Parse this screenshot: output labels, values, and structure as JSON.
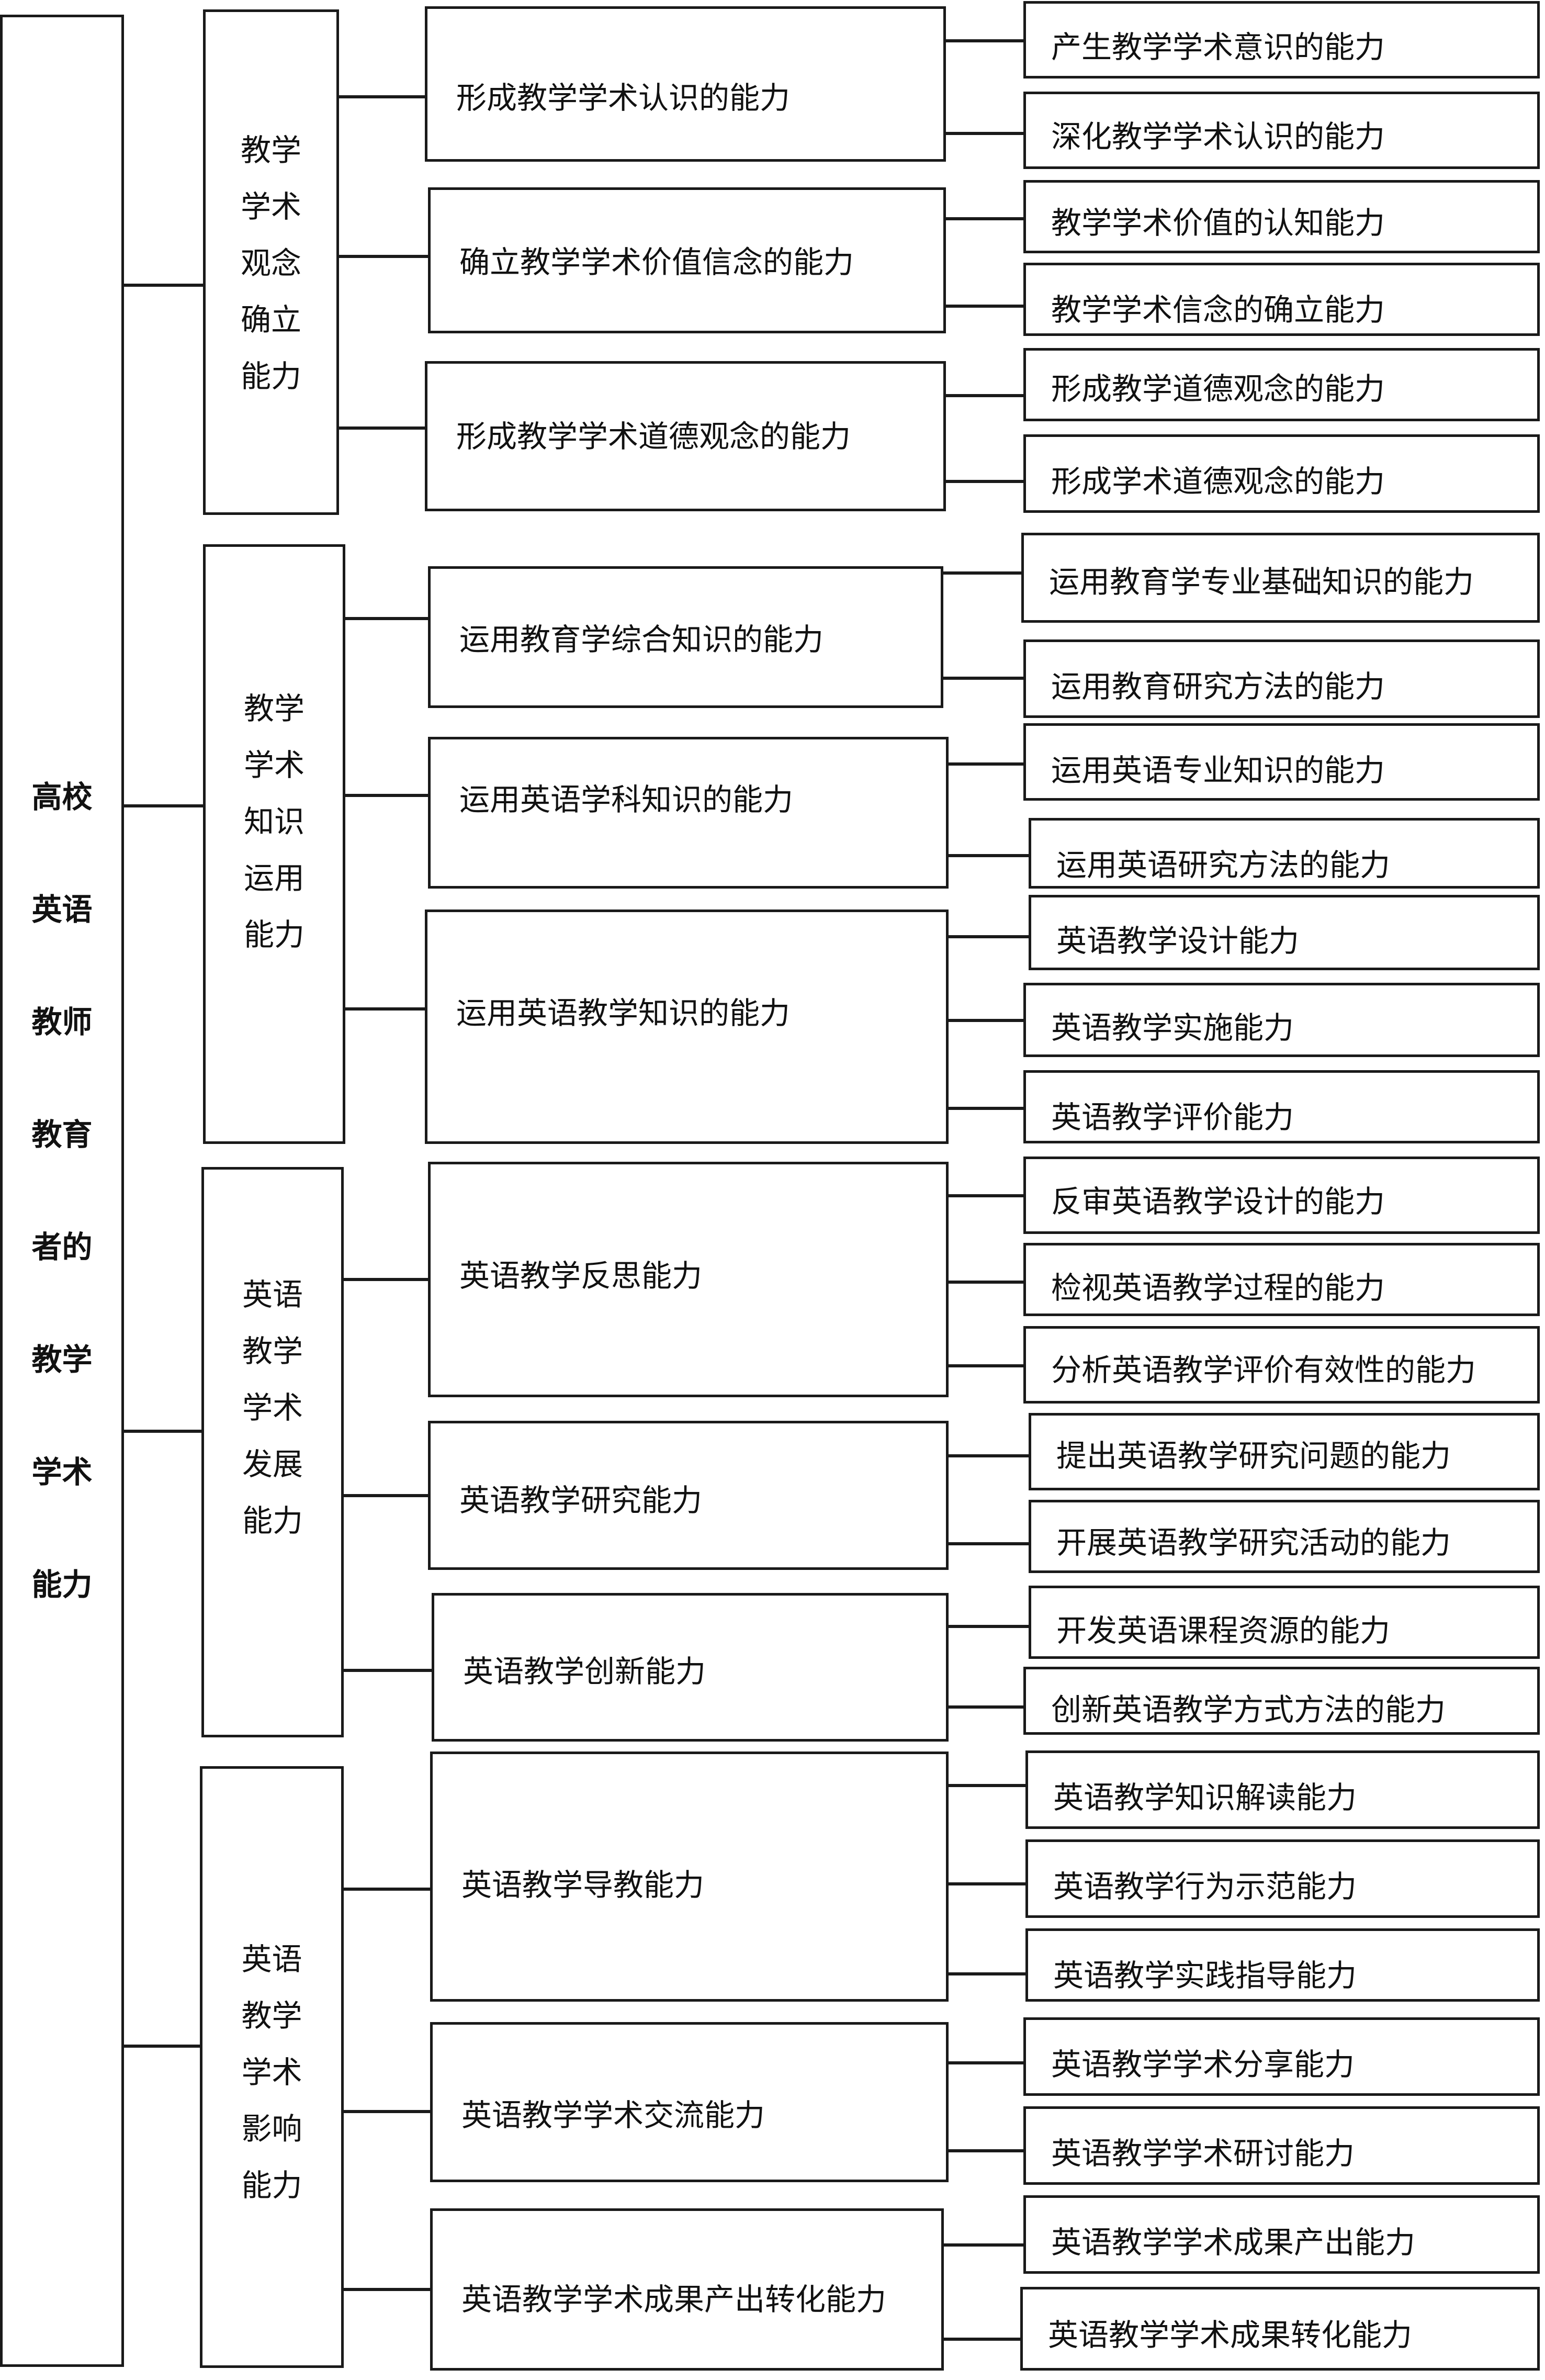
{
  "root": {
    "chars": [
      "高校",
      "英语",
      "教师",
      "教育",
      "者的",
      "教学",
      "学术",
      "能力"
    ]
  },
  "groups": [
    {
      "chars": [
        "教学",
        "学术",
        "观念",
        "确立",
        "能力"
      ],
      "subs": [
        {
          "label": "形成教学学术认识的能力",
          "items": [
            "产生教学学术意识的能力",
            "深化教学学术认识的能力"
          ]
        },
        {
          "label": "确立教学学术价值信念的能力",
          "items": [
            "教学学术价值的认知能力",
            "教学学术信念的确立能力"
          ]
        },
        {
          "label": "形成教学学术道德观念的能力",
          "items": [
            "形成教学道德观念的能力",
            "形成学术道德观念的能力"
          ]
        }
      ]
    },
    {
      "chars": [
        "教学",
        "学术",
        "知识",
        "运用",
        "能力"
      ],
      "subs": [
        {
          "label": "运用教育学综合知识的能力",
          "items": [
            "运用教育学专业基础知识的能力",
            "运用教育研究方法的能力"
          ]
        },
        {
          "label": "运用英语学科知识的能力",
          "items": [
            "运用英语专业知识的能力",
            "运用英语研究方法的能力"
          ]
        },
        {
          "label": "运用英语教学知识的能力",
          "items": [
            "英语教学设计能力",
            "英语教学实施能力",
            "英语教学评价能力"
          ]
        }
      ]
    },
    {
      "chars": [
        "英语",
        "教学",
        "学术",
        "发展",
        "能力"
      ],
      "subs": [
        {
          "label": "英语教学反思能力",
          "items": [
            "反审英语教学设计的能力",
            "检视英语教学过程的能力",
            "分析英语教学评价有效性的能力"
          ]
        },
        {
          "label": "英语教学研究能力",
          "items": [
            "提出英语教学研究问题的能力",
            "开展英语教学研究活动的能力"
          ]
        },
        {
          "label": "英语教学创新能力",
          "items": [
            "开发英语课程资源的能力",
            "创新英语教学方式方法的能力"
          ]
        }
      ]
    },
    {
      "chars": [
        "英语",
        "教学",
        "学术",
        "影响",
        "能力"
      ],
      "subs": [
        {
          "label": "英语教学导教能力",
          "items": [
            "英语教学知识解读能力",
            "英语教学行为示范能力",
            "英语教学实践指导能力"
          ]
        },
        {
          "label": "英语教学学术交流能力",
          "items": [
            "英语教学学术分享能力",
            "英语教学学术研讨能力"
          ]
        },
        {
          "label": "英语教学学术成果产出转化能力",
          "items": [
            "英语教学学术成果产出能力",
            "英语教学学术成果转化能力"
          ]
        }
      ]
    }
  ]
}
